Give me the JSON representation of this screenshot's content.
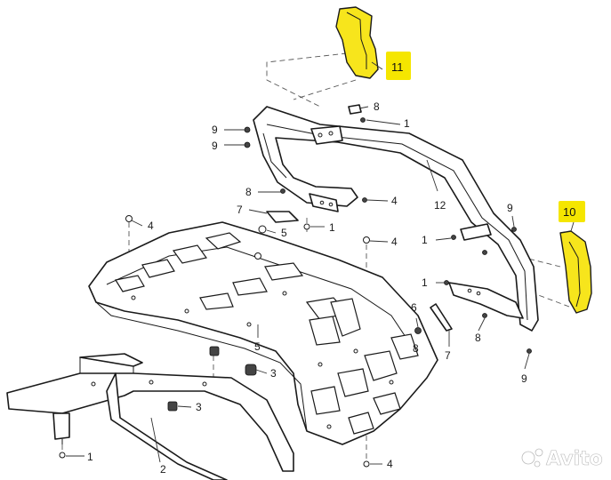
{
  "callouts": {
    "c1_top": "1",
    "c1_right1": "1",
    "c1_right2": "1",
    "c1_mid": "1",
    "c1_bottom": "1",
    "c2": "2",
    "c3_a": "3",
    "c3_b": "3",
    "c4_a": "4",
    "c4_b": "4",
    "c4_c": "4",
    "c4_d": "4",
    "c5_a": "5",
    "c5_b": "5",
    "c6": "6",
    "c7_a": "7",
    "c7_b": "7",
    "c8_a": "8",
    "c8_b": "8",
    "c8_c": "8",
    "c8_d": "8",
    "c9_a": "9",
    "c9_b": "9",
    "c9_c": "9",
    "c9_d": "9",
    "c12": "12"
  },
  "highlights": {
    "part10": "10",
    "part11": "11",
    "highlight_color": "#f5e600"
  },
  "watermark": {
    "text": "Avito"
  }
}
